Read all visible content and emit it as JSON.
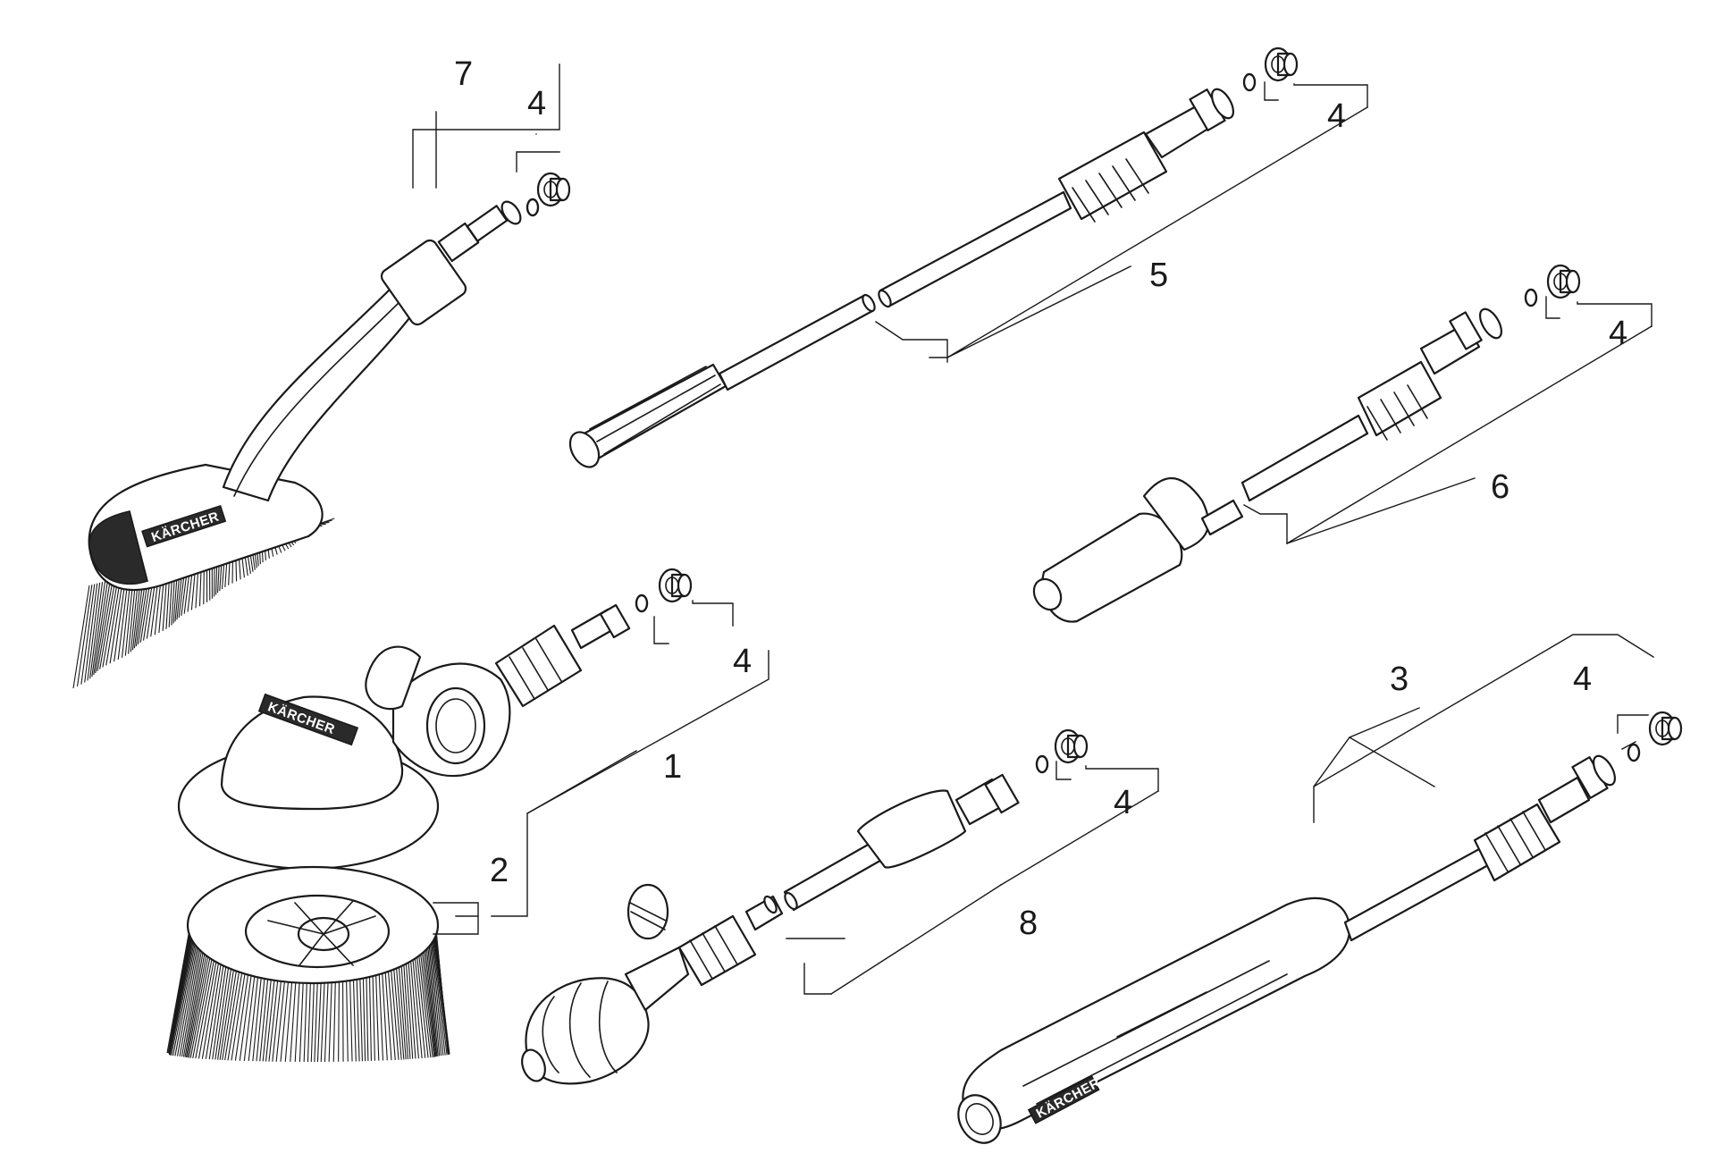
{
  "colors": {
    "line": "#1a1a1a",
    "background": "#ffffff"
  },
  "brand_text": "KÄRCHER",
  "callouts": {
    "c1": "1",
    "c2": "2",
    "c3": "3",
    "c4a": "4",
    "c4b": "4",
    "c4c": "4",
    "c4d": "4",
    "c4e": "4",
    "c4f": "4",
    "c5": "5",
    "c6": "6",
    "c7": "7",
    "c8": "8"
  }
}
